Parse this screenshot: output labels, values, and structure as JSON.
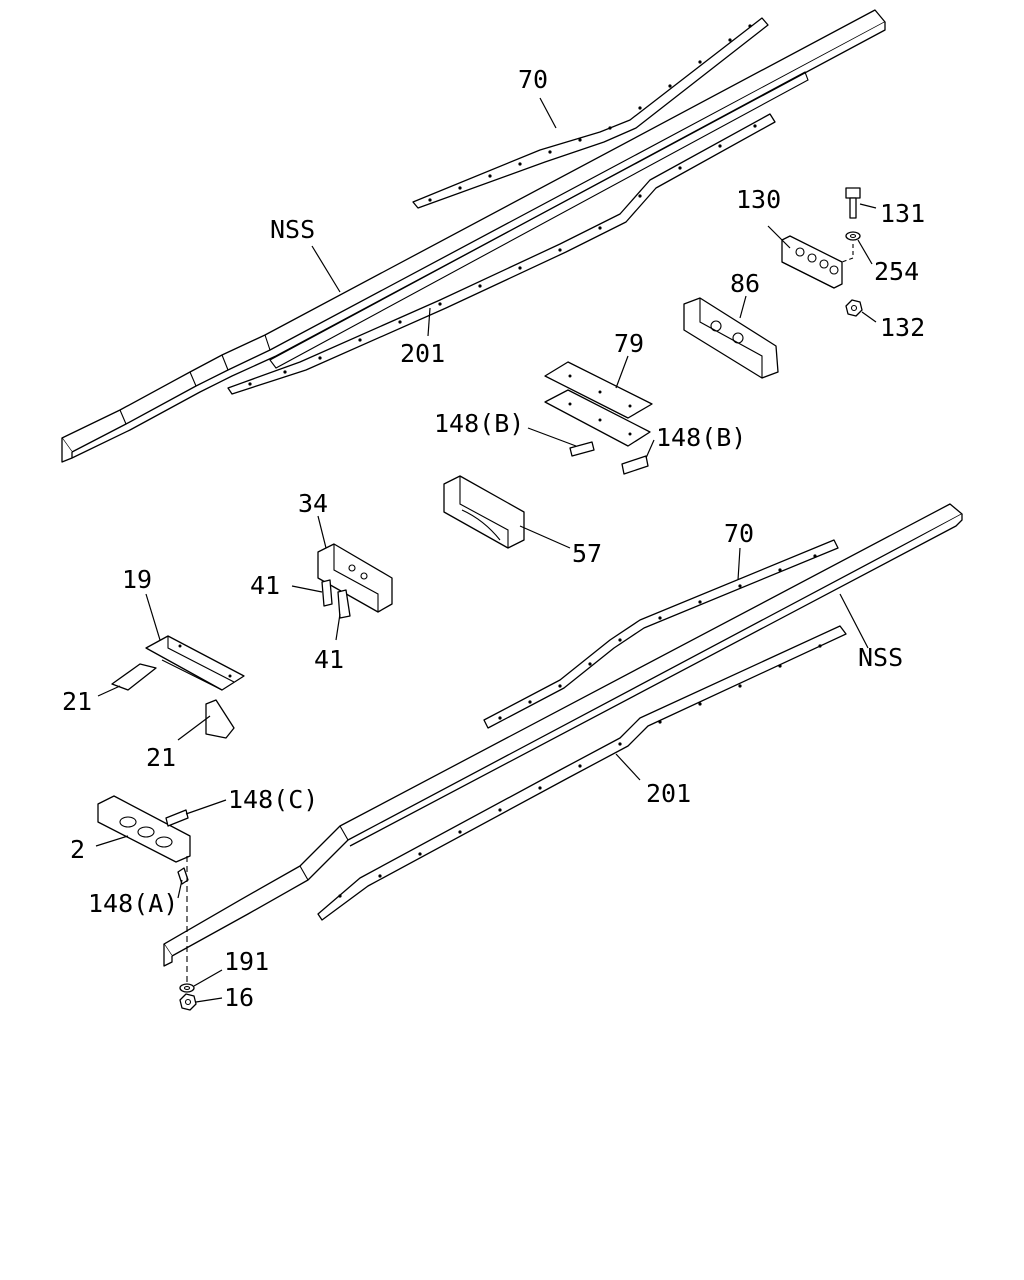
{
  "labels": {
    "p70_top": "70",
    "nss_top": "NSS",
    "p201_top": "201",
    "p130": "130",
    "p131": "131",
    "p254": "254",
    "p132": "132",
    "p86": "86",
    "p79": "79",
    "p148b_left": "148(B)",
    "p148b_right": "148(B)",
    "p57": "57",
    "p34": "34",
    "p41_a": "41",
    "p41_b": "41",
    "p19": "19",
    "p21_a": "21",
    "p21_b": "21",
    "p70_bottom": "70",
    "nss_bottom": "NSS",
    "p201_bottom": "201",
    "p148c": "148(C)",
    "p2": "2",
    "p148a": "148(A)",
    "p191": "191",
    "p16": "16"
  }
}
